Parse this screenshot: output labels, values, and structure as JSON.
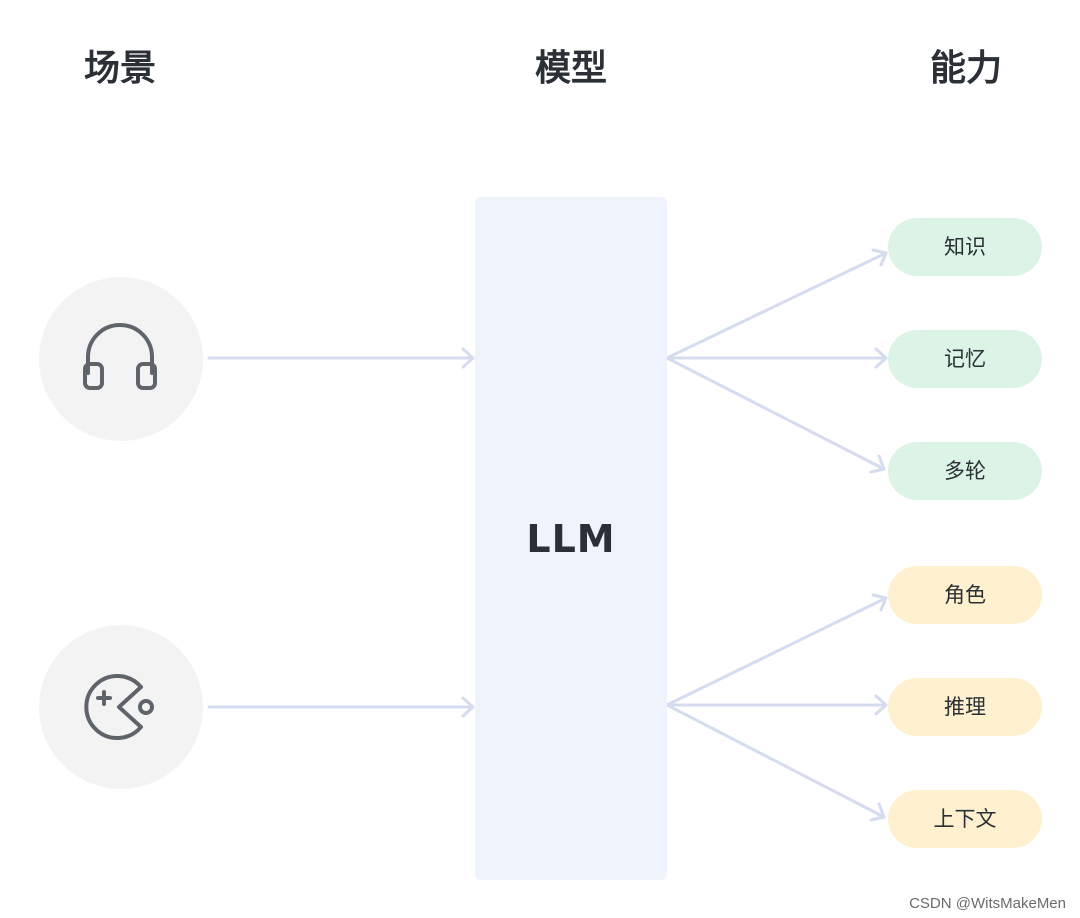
{
  "headers": {
    "scene": "场景",
    "model": "模型",
    "ability": "能力"
  },
  "scenes": [
    {
      "icon": "headset-icon"
    },
    {
      "icon": "game-icon"
    }
  ],
  "model": {
    "label": "LLM"
  },
  "abilities": {
    "group1": [
      "知识",
      "记忆",
      "多轮"
    ],
    "group2": [
      "角色",
      "推理",
      "上下文"
    ]
  },
  "colors": {
    "connector": "#d6dcef",
    "group1_fill": "#dcf4e6",
    "group2_fill": "#fff1cf",
    "model_fill": "#eff4fc",
    "scene_fill": "#f3f3f4",
    "icon_stroke": "#5f636a",
    "text": "#2b2f36"
  },
  "watermark": "CSDN @WitsMakeMen"
}
